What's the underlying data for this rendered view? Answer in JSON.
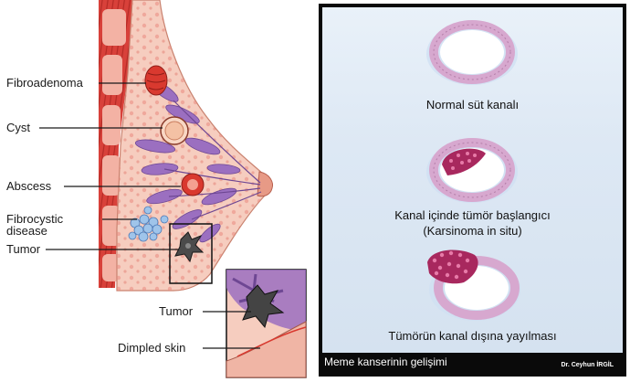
{
  "left": {
    "labels": {
      "fibroadenoma": "Fibroadenoma",
      "cyst": "Cyst",
      "abscess": "Abscess",
      "fibrocystic_line1": "Fibrocystic",
      "fibrocystic_line2": "disease",
      "tumor": "Tumor",
      "inset_tumor": "Tumor",
      "dimpled_skin": "Dimpled skin"
    }
  },
  "right": {
    "stages": [
      {
        "caption": "Normal süt kanalı"
      },
      {
        "caption_line1": "Kanal içinde tümör başlangıcı",
        "caption_line2": "(Karsinoma in situ)"
      },
      {
        "caption": "Tümörün kanal dışına yayılması"
      }
    ],
    "footer_title": "Meme kanserinin gelişimi",
    "footer_credit": "Dr. Ceyhun İRGİL"
  },
  "colors": {
    "tissue": "#f6cdbf",
    "muscle": "#d8413a",
    "lobule": "#9b6fc0",
    "tumor_cells": "#a8285e",
    "duct_ring": "#d7a8cf",
    "panel_bg": "#0a0a0a"
  }
}
